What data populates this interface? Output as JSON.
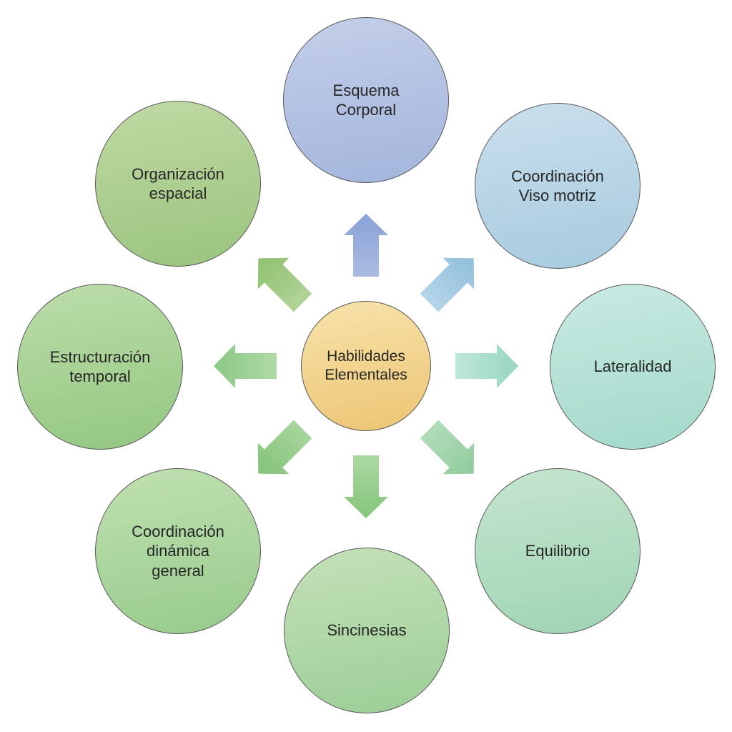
{
  "diagram": {
    "type": "radial-cycle",
    "background_color": "#ffffff",
    "node_border_color": "#595959",
    "text_color": "#262626"
  },
  "center_node": {
    "label": "Habilidades\nElementales",
    "fill_top": "#f8e3ab",
    "fill_bottom": "#ecc573"
  },
  "nodes": [
    {
      "position": "top",
      "label": "Esquema\nCorporal",
      "fill_top": "#c4cfe9",
      "fill_bottom": "#a3b5dc"
    },
    {
      "position": "top-right",
      "label": "Coordinación\nViso motriz",
      "fill_top": "#cbdfed",
      "fill_bottom": "#a6cbde"
    },
    {
      "position": "right",
      "label": "Lateralidad",
      "fill_top": "#c9eae2",
      "fill_bottom": "#a3d9ca"
    },
    {
      "position": "bottom-right",
      "label": "Equilibrio",
      "fill_top": "#c5e5cf",
      "fill_bottom": "#9fd4b3"
    },
    {
      "position": "bottom",
      "label": "Sincinesias",
      "fill_top": "#c4e1b8",
      "fill_bottom": "#9cce97"
    },
    {
      "position": "bottom-left",
      "label": "Coordinación\ndinámica\ngeneral",
      "fill_top": "#c0e0b1",
      "fill_bottom": "#97cb8c"
    },
    {
      "position": "left",
      "label": "Estructuración\ntemporal",
      "fill_top": "#bcdda9",
      "fill_bottom": "#93c781"
    },
    {
      "position": "top-left",
      "label": "Organización\nespacial",
      "fill_top": "#c0d9a3",
      "fill_bottom": "#9ac47e"
    }
  ],
  "arrows": [
    {
      "direction": "up",
      "color_tail": "#abbae2",
      "color_tip": "#8aa2d6"
    },
    {
      "direction": "up-right",
      "color_tail": "#b5d5e9",
      "color_tip": "#90bfda"
    },
    {
      "direction": "right",
      "color_tail": "#bfe6da",
      "color_tip": "#98d5c4"
    },
    {
      "direction": "down-right",
      "color_tail": "#b2dcba",
      "color_tip": "#8fcb9c"
    },
    {
      "direction": "down",
      "color_tail": "#abd8a2",
      "color_tip": "#85c57a"
    },
    {
      "direction": "down-left",
      "color_tail": "#a8d59d",
      "color_tip": "#83c378"
    },
    {
      "direction": "left",
      "color_tail": "#afd9a7",
      "color_tip": "#89c884"
    },
    {
      "direction": "up-left",
      "color_tail": "#b1d498",
      "color_tip": "#8fc06f"
    }
  ]
}
